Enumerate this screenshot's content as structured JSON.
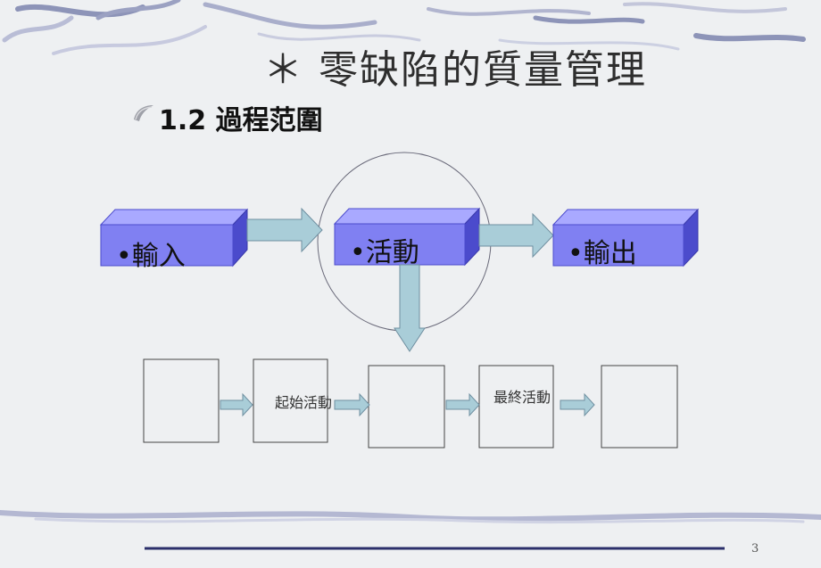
{
  "slide": {
    "title": "＊ 零缺陷的質量管理",
    "subtitle": "1.2  過程范圍",
    "page_number": "3"
  },
  "process": {
    "input_label": "•輸入",
    "activity_label": "•活動",
    "output_label": "•輸出"
  },
  "flow": {
    "start_activity_label": "起始活動",
    "final_activity_label": "最終活動"
  },
  "colors": {
    "box_front": "#8080f2",
    "box_top": "#a9a9ff",
    "box_side": "#4b4bcc",
    "arrow_fill": "#a9cdd8",
    "arrow_stroke": "#6f8fa0"
  }
}
